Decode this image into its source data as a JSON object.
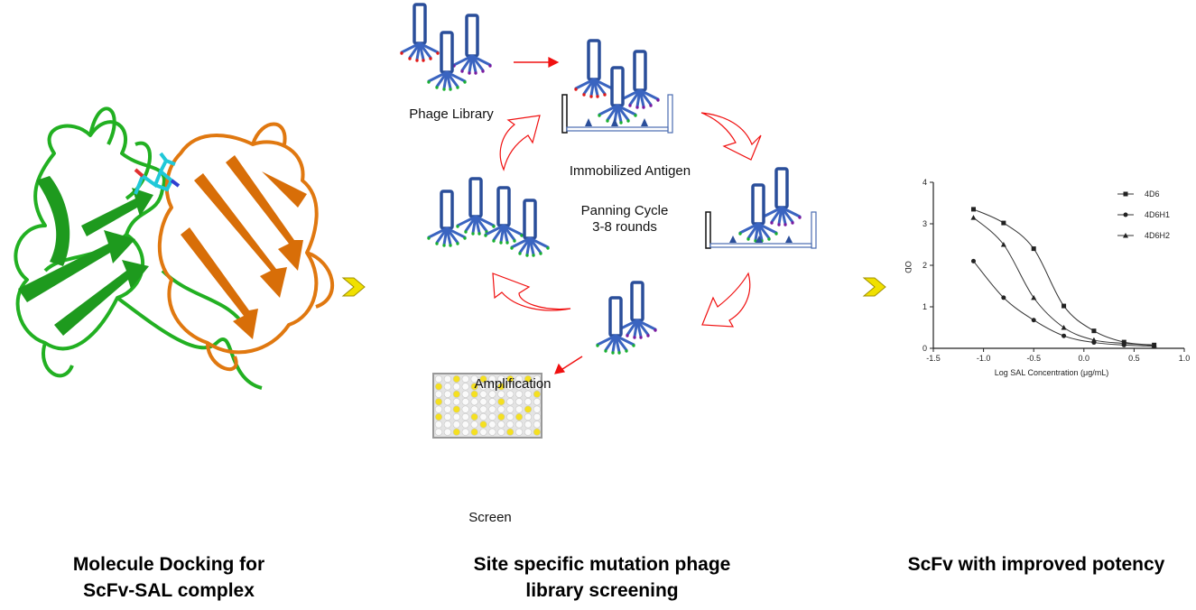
{
  "panels": {
    "docking": {
      "caption_line1": "Molecule Docking for",
      "caption_line2": "ScFv-SAL complex"
    },
    "screening": {
      "caption_line1": "Site specific mutation phage",
      "caption_line2": "library screening",
      "labels": {
        "phage_library": "Phage Library",
        "immobilized_antigen": "Immobilized Antigen",
        "panning_line1": "Panning Cycle",
        "panning_line2": "3-8 rounds",
        "amplification": "Amplification",
        "screen": "Screen"
      }
    },
    "potency": {
      "caption": "ScFv with improved potency"
    }
  },
  "colors": {
    "green_chain": "#22b022",
    "orange_chain": "#e07810",
    "phage": "#2a4e9a",
    "arrow": "#f01010",
    "chevron": "#f0e000"
  },
  "chart_data": {
    "type": "line",
    "xlabel": "Log SAL Concentration (μg/mL)",
    "ylabel": "OD",
    "xlim": [
      -1.5,
      1.0
    ],
    "ylim": [
      0,
      4
    ],
    "xticks": [
      "-1.5",
      "-1.0",
      "-0.5",
      "0.0",
      "0.5",
      "1.0"
    ],
    "yticks": [
      "0",
      "1",
      "2",
      "3",
      "4"
    ],
    "legend_position": "top-right",
    "x": [
      -1.1,
      -0.8,
      -0.5,
      -0.2,
      0.1,
      0.4,
      0.7
    ],
    "series": [
      {
        "name": "4D6",
        "marker": "square",
        "values": [
          3.35,
          3.02,
          2.4,
          1.02,
          0.42,
          0.15,
          0.08
        ]
      },
      {
        "name": "4D6H1",
        "marker": "circle",
        "values": [
          2.1,
          1.22,
          0.68,
          0.3,
          0.14,
          0.08,
          0.05
        ]
      },
      {
        "name": "4D6H2",
        "marker": "triangle",
        "values": [
          3.15,
          2.5,
          1.22,
          0.5,
          0.2,
          0.12,
          0.07
        ]
      }
    ]
  }
}
